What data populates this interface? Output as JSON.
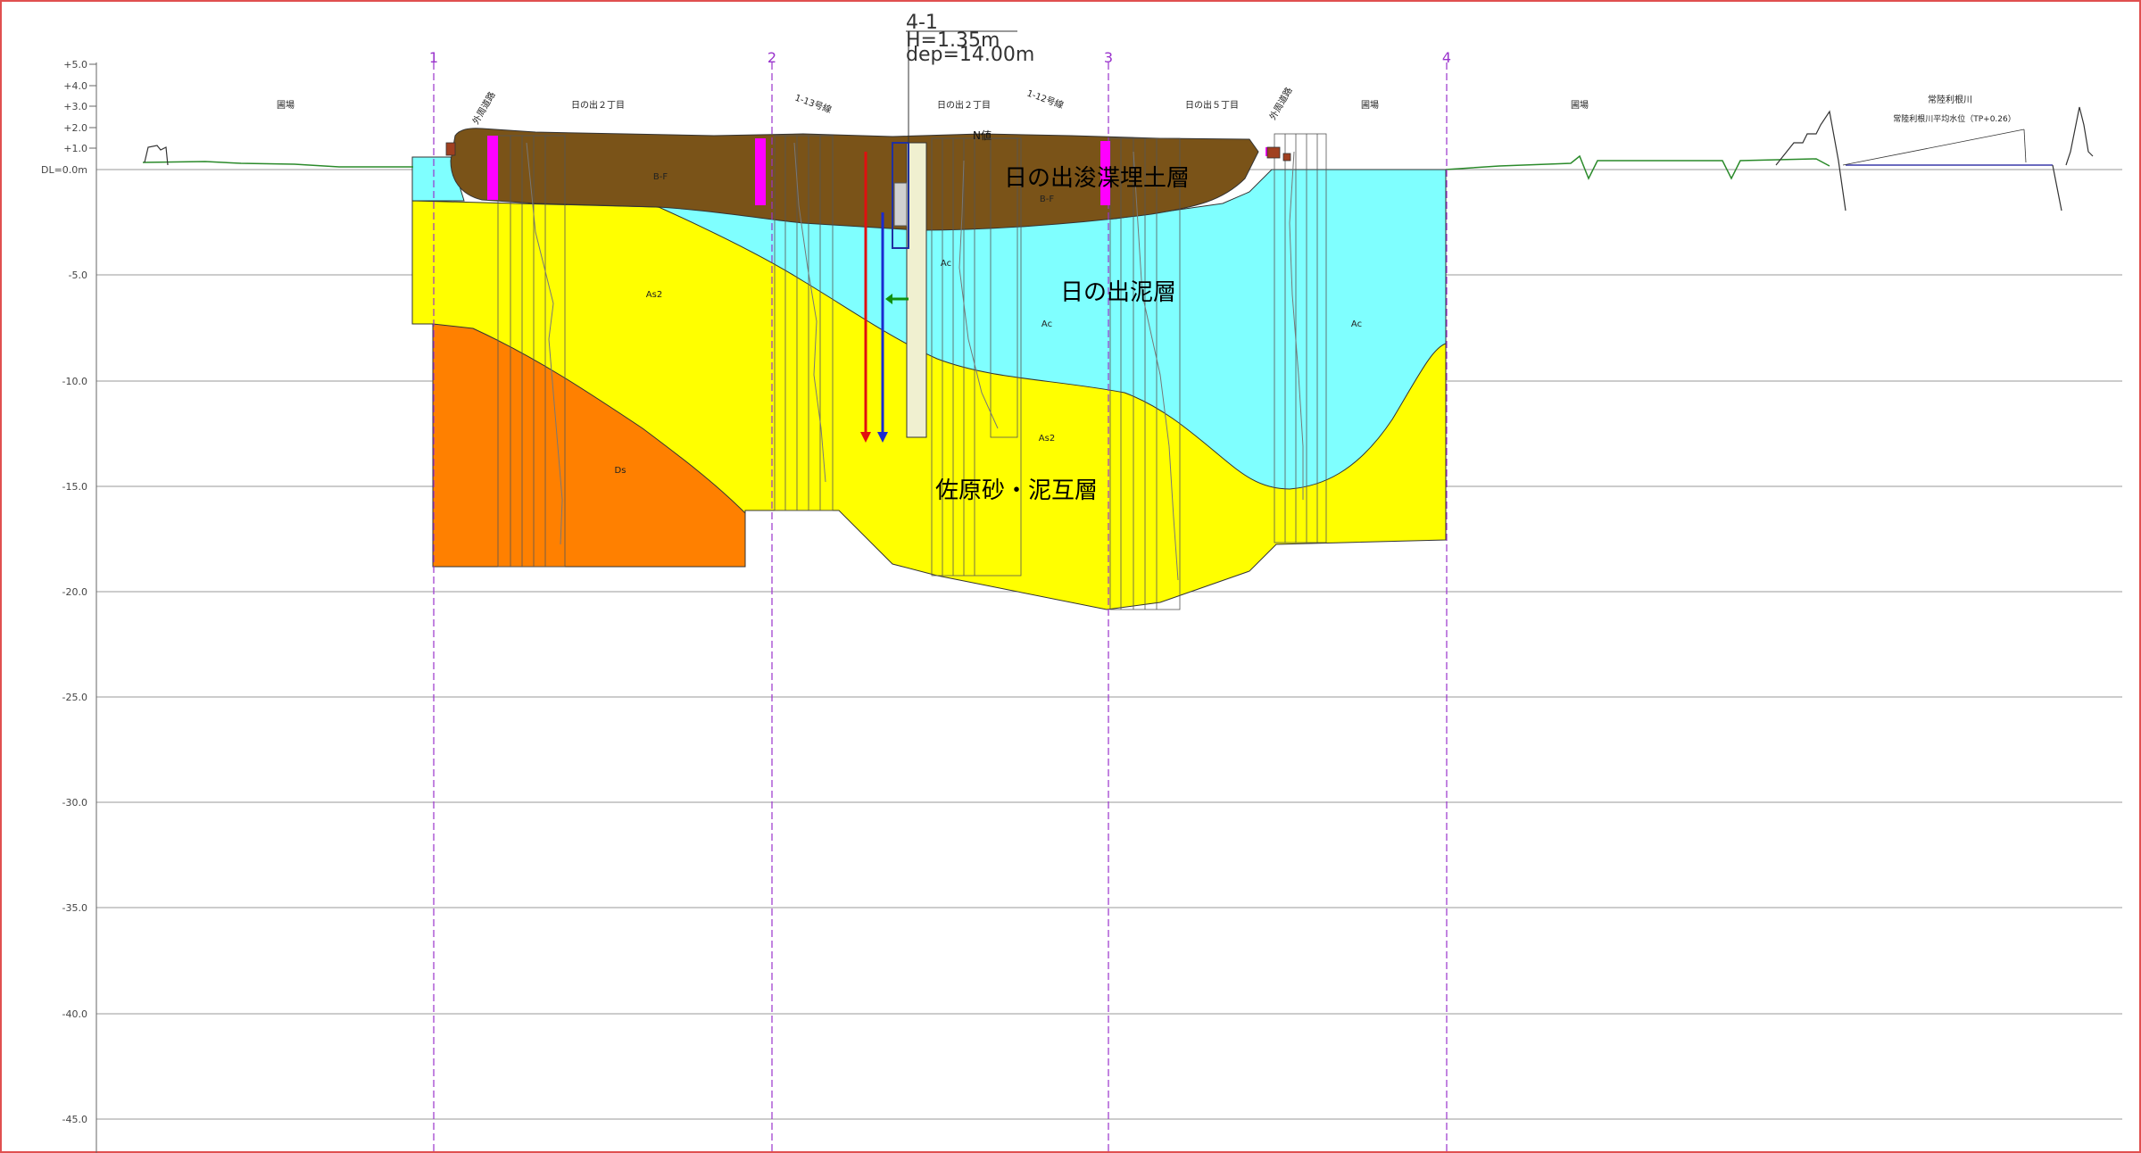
{
  "drawing": {
    "borehole_label": {
      "line1": "4-1",
      "line2": "H=1.35m",
      "line3": "dep=14.00m"
    },
    "elevation_axis": {
      "prefix_datum": "DL=0.0m",
      "ticks_small": [
        "+5.0",
        "+4.0",
        "+3.0",
        "+2.0",
        "+1.0"
      ],
      "ticks_major": [
        "-5.0",
        "-10.0",
        "-15.0",
        "-20.0",
        "-25.0",
        "-30.0",
        "-35.0",
        "-40.0",
        "-45.0"
      ]
    },
    "section_markers": [
      "1",
      "2",
      "3",
      "4"
    ],
    "place_names": {
      "field_left": "圃場",
      "hinode2_a": "日の出２丁目",
      "hinode2_b": "日の出２丁目",
      "hinode5": "日の出５丁目",
      "field_right1": "圃場",
      "field_right2": "圃場",
      "river": "常陸利根川",
      "river_level": "常陸利根川平均水位（TP+0.26）"
    },
    "road_labels": {
      "road_left": "外周道路",
      "road_right": "外周道路",
      "road_13": "1-13号線",
      "road_12": "1-12号線"
    },
    "soil_codes": {
      "bf_left": "B-F",
      "bf_right": "B-F",
      "as2_left": "As2",
      "as2_center": "As2",
      "ac_center": "Ac",
      "ac_right": "Ac",
      "ac_near": "Ac",
      "ds": "Ds"
    },
    "layer_names": {
      "fill": "日の出浚渫埋土層",
      "mud": "日の出泥層",
      "sand_mud": "佐原砂・泥互層"
    },
    "small_marks": {
      "n_value": "N値"
    }
  },
  "colors": {
    "fill_layer": "#7a5318",
    "mud_layer": "#7fffff",
    "sand_layer": "#ffff00",
    "ds_layer": "#ff8000",
    "marker_line": "#9932cc",
    "magenta": "#ff00ff",
    "grid": "#999999"
  }
}
